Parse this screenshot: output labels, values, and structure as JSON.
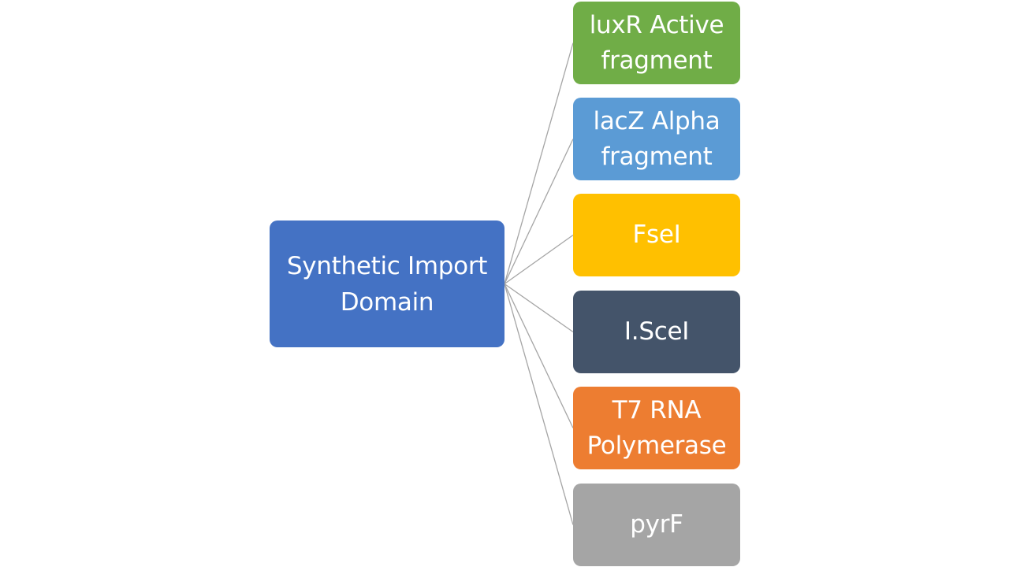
{
  "diagram": {
    "type": "hierarchy",
    "root": {
      "label": "Synthetic Import\nDomain",
      "color": "#4472C4"
    },
    "children": [
      {
        "label": "luxR Active\nfragment",
        "color": "#70AD47"
      },
      {
        "label": "lacZ Alpha\nfragment",
        "color": "#5B9BD5"
      },
      {
        "label": "FseI",
        "color": "#FFC000"
      },
      {
        "label": "I.SceI",
        "color": "#44546A"
      },
      {
        "label": "T7 RNA\nPolymerase",
        "color": "#ED7D31"
      },
      {
        "label": "pyrF",
        "color": "#A5A5A5"
      }
    ],
    "connector_color": "#A5A5A5"
  }
}
